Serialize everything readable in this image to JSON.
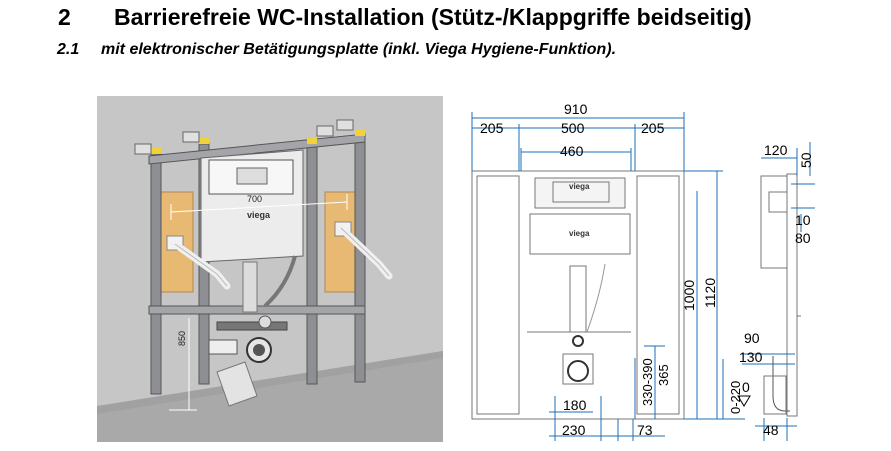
{
  "heading": {
    "number": "2",
    "title": "Barrierefreie WC-Installation (Stütz-/Klappgriffe beidseitig)"
  },
  "subheading": {
    "number": "2.1",
    "title": "mit elektronischer Betätigungsplatte (inkl. Viega Hygiene-Funktion)."
  },
  "illustration": {
    "brand": "viega",
    "dim_width": "700",
    "dim_height": "850"
  },
  "drawing": {
    "front": {
      "brand": "viega",
      "d_910": "910",
      "d_205_left": "205",
      "d_500": "500",
      "d_205_right": "205",
      "d_460": "460",
      "d_1000": "1000",
      "d_1120": "1120",
      "d_330_390": "330-390",
      "d_365": "365",
      "d_180": "180",
      "d_230": "230",
      "d_73": "73",
      "d_0_220": "0-220"
    },
    "side": {
      "d_120": "120",
      "d_50": "50",
      "d_10": "10",
      "d_80": "80",
      "d_90": "90",
      "d_130": "130",
      "d_0": "0",
      "d_48": "48"
    }
  }
}
